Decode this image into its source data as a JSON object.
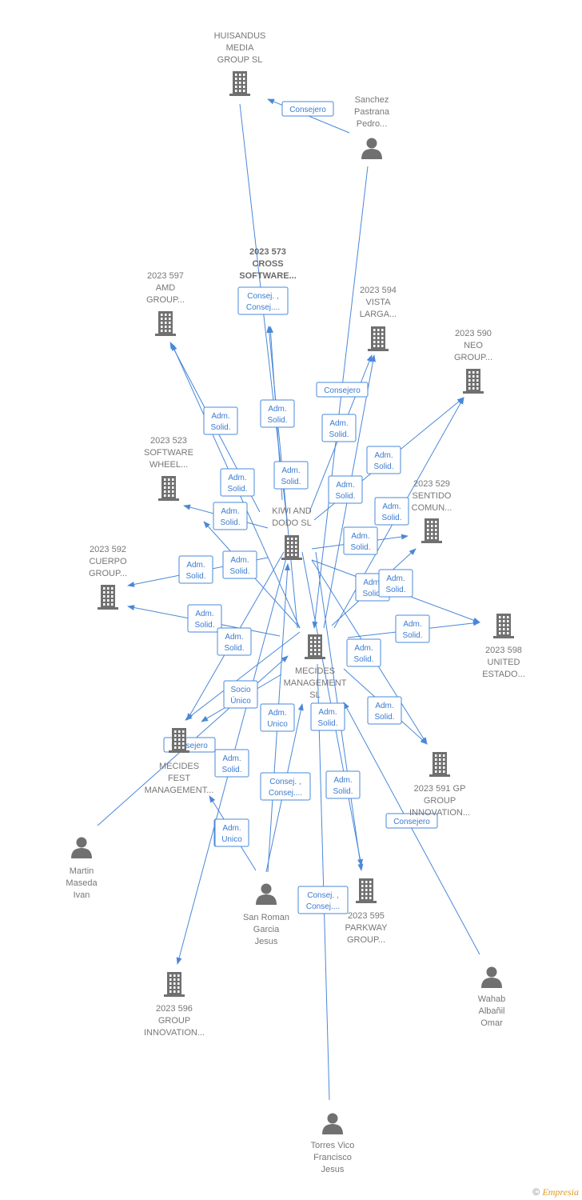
{
  "colors": {
    "edge": "#4a88d8",
    "label": "#777777",
    "icon": "#707070",
    "brand": "#e09a1f"
  },
  "footer": {
    "copyright": "©",
    "brand": "Empresia"
  },
  "nodes": [
    {
      "id": "huisandus",
      "type": "company",
      "label": [
        "HUISANDUS",
        "MEDIA",
        "GROUP  SL"
      ]
    },
    {
      "id": "sanchez",
      "type": "person",
      "label": [
        "Sanchez",
        "Pastrana",
        "Pedro..."
      ]
    },
    {
      "id": "cross",
      "type": "company",
      "bold": true,
      "label": [
        "2023 573",
        "CROSS",
        "SOFTWARE..."
      ]
    },
    {
      "id": "amd",
      "type": "company",
      "label": [
        "2023 597",
        "AMD",
        "GROUP..."
      ]
    },
    {
      "id": "vista",
      "type": "company",
      "label": [
        "2023 594",
        "VISTA",
        "LARGA..."
      ]
    },
    {
      "id": "neo",
      "type": "company",
      "label": [
        "2023 590",
        "NEO",
        "GROUP..."
      ]
    },
    {
      "id": "wheel",
      "type": "company",
      "label": [
        "2023 523",
        "SOFTWARE",
        "WHEEL..."
      ]
    },
    {
      "id": "kiwi",
      "type": "company",
      "label": [
        "KIWI AND",
        "DODO  SL"
      ]
    },
    {
      "id": "sentido",
      "type": "company",
      "label": [
        "2023 529",
        "SENTIDO",
        "COMUN..."
      ]
    },
    {
      "id": "cuerpo",
      "type": "company",
      "label": [
        "2023 592",
        "CUERPO",
        "GROUP..."
      ]
    },
    {
      "id": "united",
      "type": "company",
      "label": [
        "2023 598",
        "UNITED",
        "ESTADO..."
      ]
    },
    {
      "id": "mecides",
      "type": "company",
      "label": [
        "MECIDES",
        "MANAGEMENT",
        "SL"
      ]
    },
    {
      "id": "mfest",
      "type": "company",
      "label": [
        "MECIDES",
        "FEST",
        "MANAGEMENT..."
      ]
    },
    {
      "id": "gp",
      "type": "company",
      "label": [
        "2023 591 GP",
        "GROUP",
        "INNOVATION..."
      ]
    },
    {
      "id": "martin",
      "type": "person",
      "label": [
        "Martin",
        "Maseda",
        "Ivan"
      ]
    },
    {
      "id": "sanroman",
      "type": "person",
      "label": [
        "San Roman",
        "Garcia",
        "Jesus"
      ]
    },
    {
      "id": "parkway",
      "type": "company",
      "label": [
        "2023 595",
        "PARKWAY",
        "GROUP..."
      ]
    },
    {
      "id": "wahab",
      "type": "person",
      "label": [
        "Wahab",
        "Albañil",
        "Omar"
      ]
    },
    {
      "id": "g596",
      "type": "company",
      "label": [
        "2023 596",
        "GROUP",
        "INNOVATION..."
      ]
    },
    {
      "id": "torres",
      "type": "person",
      "label": [
        "Torres Vico",
        "Francisco",
        "Jesus"
      ]
    }
  ],
  "edge_labels": [
    [
      "Consejero"
    ],
    [
      "Consej. ,",
      "Consej...."
    ],
    [
      "Adm.",
      "Solid."
    ],
    [
      "Adm.",
      "Solid."
    ],
    [
      "Adm.",
      "Solid."
    ],
    [
      "Consejero"
    ],
    [
      "Adm.",
      "Solid."
    ],
    [
      "Adm.",
      "Solid."
    ],
    [
      "Adm.",
      "Solid."
    ],
    [
      "Adm.",
      "Solid."
    ],
    [
      "Adm.",
      "Solid."
    ],
    [
      "Adm.",
      "Solid."
    ],
    [
      "Adm.",
      "Solid."
    ],
    [
      "Adm.",
      "Solid."
    ],
    [
      "Adm.",
      "Solid."
    ],
    [
      "Adm.",
      "Solid."
    ],
    [
      "Adm.",
      "Solid."
    ],
    [
      "Adm.",
      "Solid."
    ],
    [
      "Adm.",
      "Solid."
    ],
    [
      "Adm.",
      "Solid."
    ],
    [
      "Adm.",
      "Solid."
    ],
    [
      "Adm.",
      "Solid."
    ],
    [
      "Socio",
      "Único"
    ],
    [
      "Adm.",
      "Unico"
    ],
    [
      "Adm.",
      "Solid."
    ],
    [
      "Consejero"
    ],
    [
      "Adm.",
      "Solid."
    ],
    [
      "Consej. ,",
      "Consej...."
    ],
    [
      "Adm.",
      "Solid."
    ],
    [
      "Adm.",
      "Solid."
    ],
    [
      "Consejero"
    ],
    [
      "Adm.",
      "Unico"
    ],
    [
      "Consej. ,",
      "Consej...."
    ]
  ]
}
